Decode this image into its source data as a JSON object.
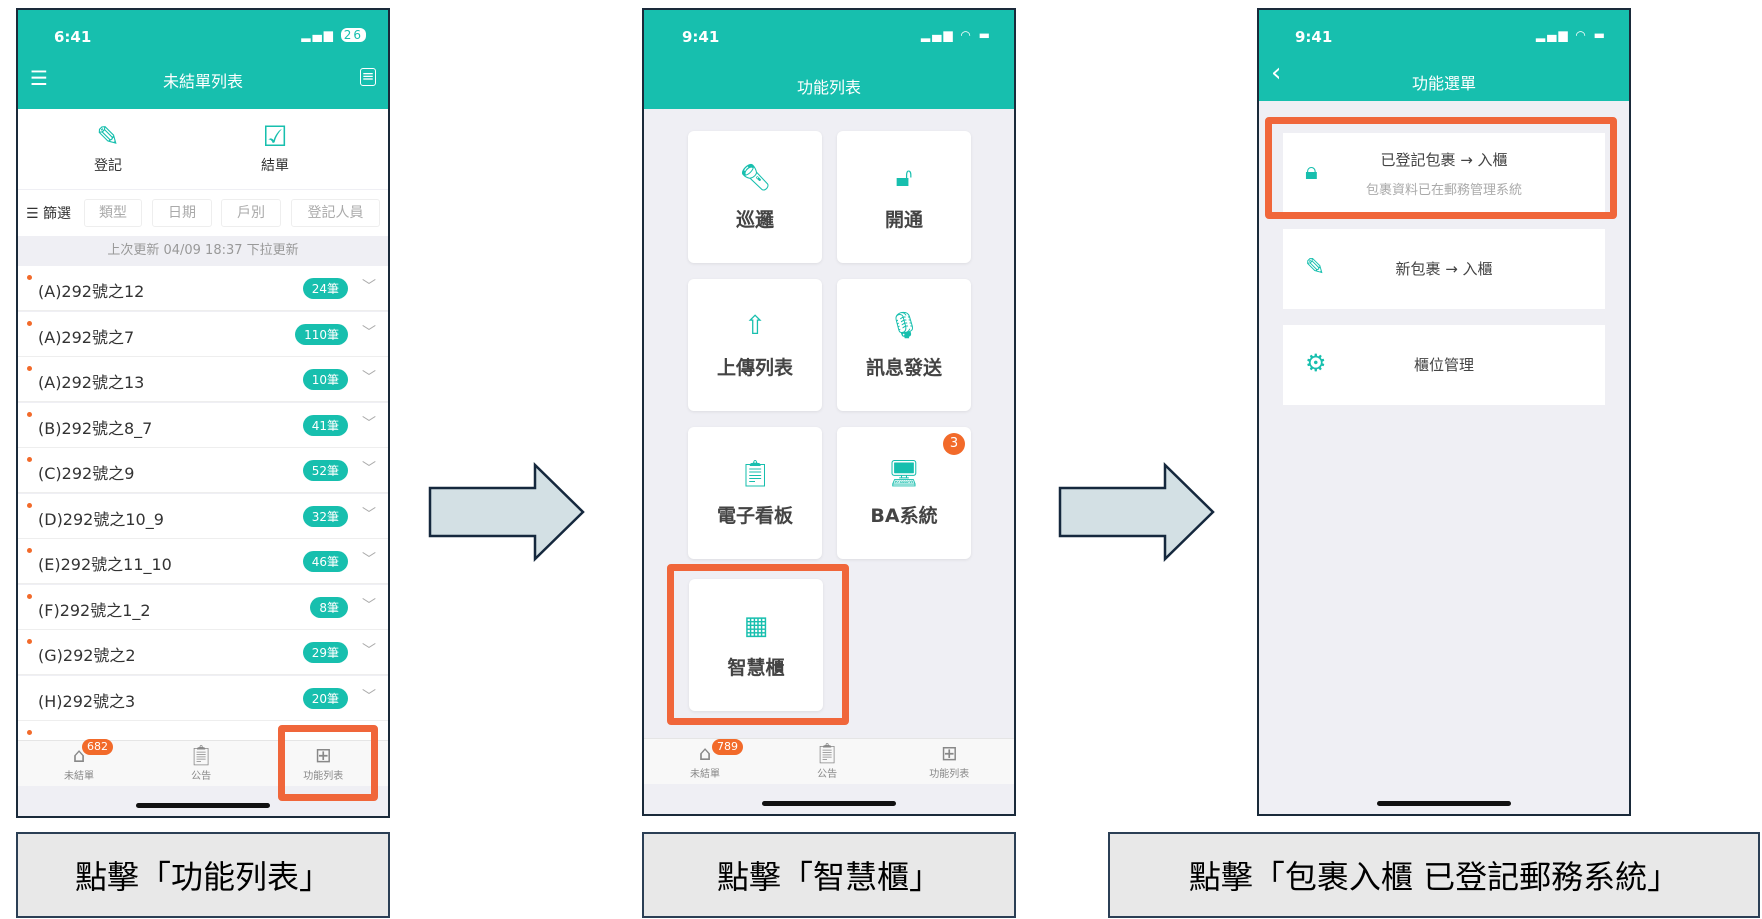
{
  "phone1": {
    "time": "6:41",
    "battery": "26",
    "title": "未結單列表",
    "actions": [
      {
        "label": "登記"
      },
      {
        "label": "結單"
      }
    ],
    "filter_label": "篩選",
    "filters": [
      "類型",
      "日期",
      "戶別",
      "登記人員"
    ],
    "update_text": "上次更新 04/09 18:37 下拉更新",
    "rows": [
      {
        "name": "(A)292號之12",
        "count": "24筆",
        "dot": true
      },
      {
        "name": "(A)292號之7",
        "count": "110筆",
        "dot": true
      },
      {
        "name": "(A)292號之13",
        "count": "10筆",
        "dot": true
      },
      {
        "name": "(B)292號之8_7",
        "count": "41筆",
        "dot": true
      },
      {
        "name": "(C)292號之9",
        "count": "52筆",
        "dot": true
      },
      {
        "name": "(D)292號之10_9",
        "count": "32筆",
        "dot": true
      },
      {
        "name": "(E)292號之11_10",
        "count": "46筆",
        "dot": true
      },
      {
        "name": "(F)292號之1_2",
        "count": "8筆",
        "dot": true
      },
      {
        "name": "(G)292號之2",
        "count": "29筆",
        "dot": true
      },
      {
        "name": "(H)292號之3",
        "count": "20筆",
        "dot": false
      }
    ],
    "tabs": [
      {
        "label": "未結單",
        "badge": "682"
      },
      {
        "label": "公告"
      },
      {
        "label": "功能列表"
      }
    ],
    "caption": "點擊「功能列表」"
  },
  "phone2": {
    "time": "9:41",
    "title": "功能列表",
    "cards": [
      {
        "label": "巡邏"
      },
      {
        "label": "開通"
      },
      {
        "label": "上傳列表"
      },
      {
        "label": "訊息發送"
      },
      {
        "label": "電子看板"
      },
      {
        "label": "BA系統",
        "badge": "3"
      },
      {
        "label": "智慧櫃"
      }
    ],
    "tabs": [
      {
        "label": "未結單",
        "badge": "789"
      },
      {
        "label": "公告"
      },
      {
        "label": "功能列表"
      }
    ],
    "caption": "點擊「智慧櫃」"
  },
  "phone3": {
    "time": "9:41",
    "title": "功能選單",
    "items": [
      {
        "title": "已登記包裹 → 入櫃",
        "subtitle": "包裹資料已在郵務管理系統"
      },
      {
        "title": "新包裹 → 入櫃"
      },
      {
        "title": "櫃位管理"
      }
    ],
    "caption": "點擊「包裹入櫃 已登記郵務系統」"
  },
  "colors": {
    "accent": "#17bfae",
    "highlight": "#f0663a",
    "badge": "#f26a2a"
  }
}
